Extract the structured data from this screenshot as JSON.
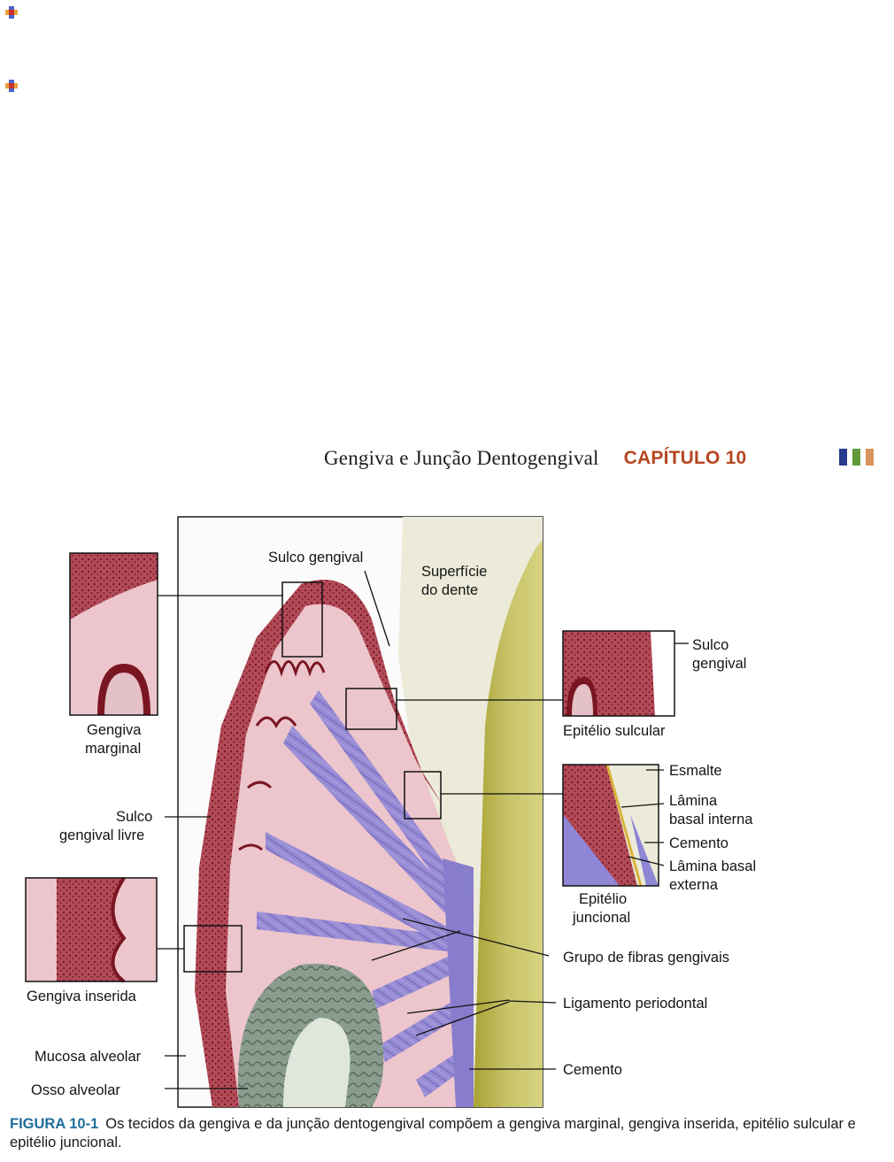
{
  "header": {
    "book_title": "Gengiva e Junção Dentogengival",
    "chapter": "CAPÍTULO 10",
    "bar_colors": [
      "#2a3a8f",
      "#5f9a3a",
      "#d8945a"
    ]
  },
  "icons": [
    "puzzle-icon",
    "puzzle-icon"
  ],
  "figure": {
    "labels": {
      "sulco_gengival_top": "Sulco gengival",
      "superficie_1": "Superfície",
      "superficie_2": "do dente",
      "gengiva_marginal_1": "Gengiva",
      "gengiva_marginal_2": "marginal",
      "sulco_livre_1": "Sulco",
      "sulco_livre_2": "gengival livre",
      "gengiva_inserida": "Gengiva inserida",
      "mucosa_alveolar": "Mucosa alveolar",
      "osso_alveolar": "Osso alveolar",
      "sulco_right_1": "Sulco",
      "sulco_right_2": "gengival",
      "epitelio_sulcular": "Epitélio sulcular",
      "esmalte": "Esmalte",
      "lamina_interna_1": "Lâmina",
      "lamina_interna_2": "basal interna",
      "cemento_inset": "Cemento",
      "lamina_externa_1": "Lâmina basal",
      "lamina_externa_2": "externa",
      "epitelio_juncional_1": "Epitélio",
      "epitelio_juncional_2": "juncional",
      "grupo_fibras": "Grupo de fibras gengivais",
      "ligamento": "Ligamento periodontal",
      "cemento": "Cemento"
    }
  },
  "caption": {
    "figure_number": "FIGURA 10-1",
    "text": "Os tecidos da gengiva e da junção dentogengival compõem a gengiva marginal, gengiva inserida, epitélio sulcular e epitélio juncional."
  }
}
